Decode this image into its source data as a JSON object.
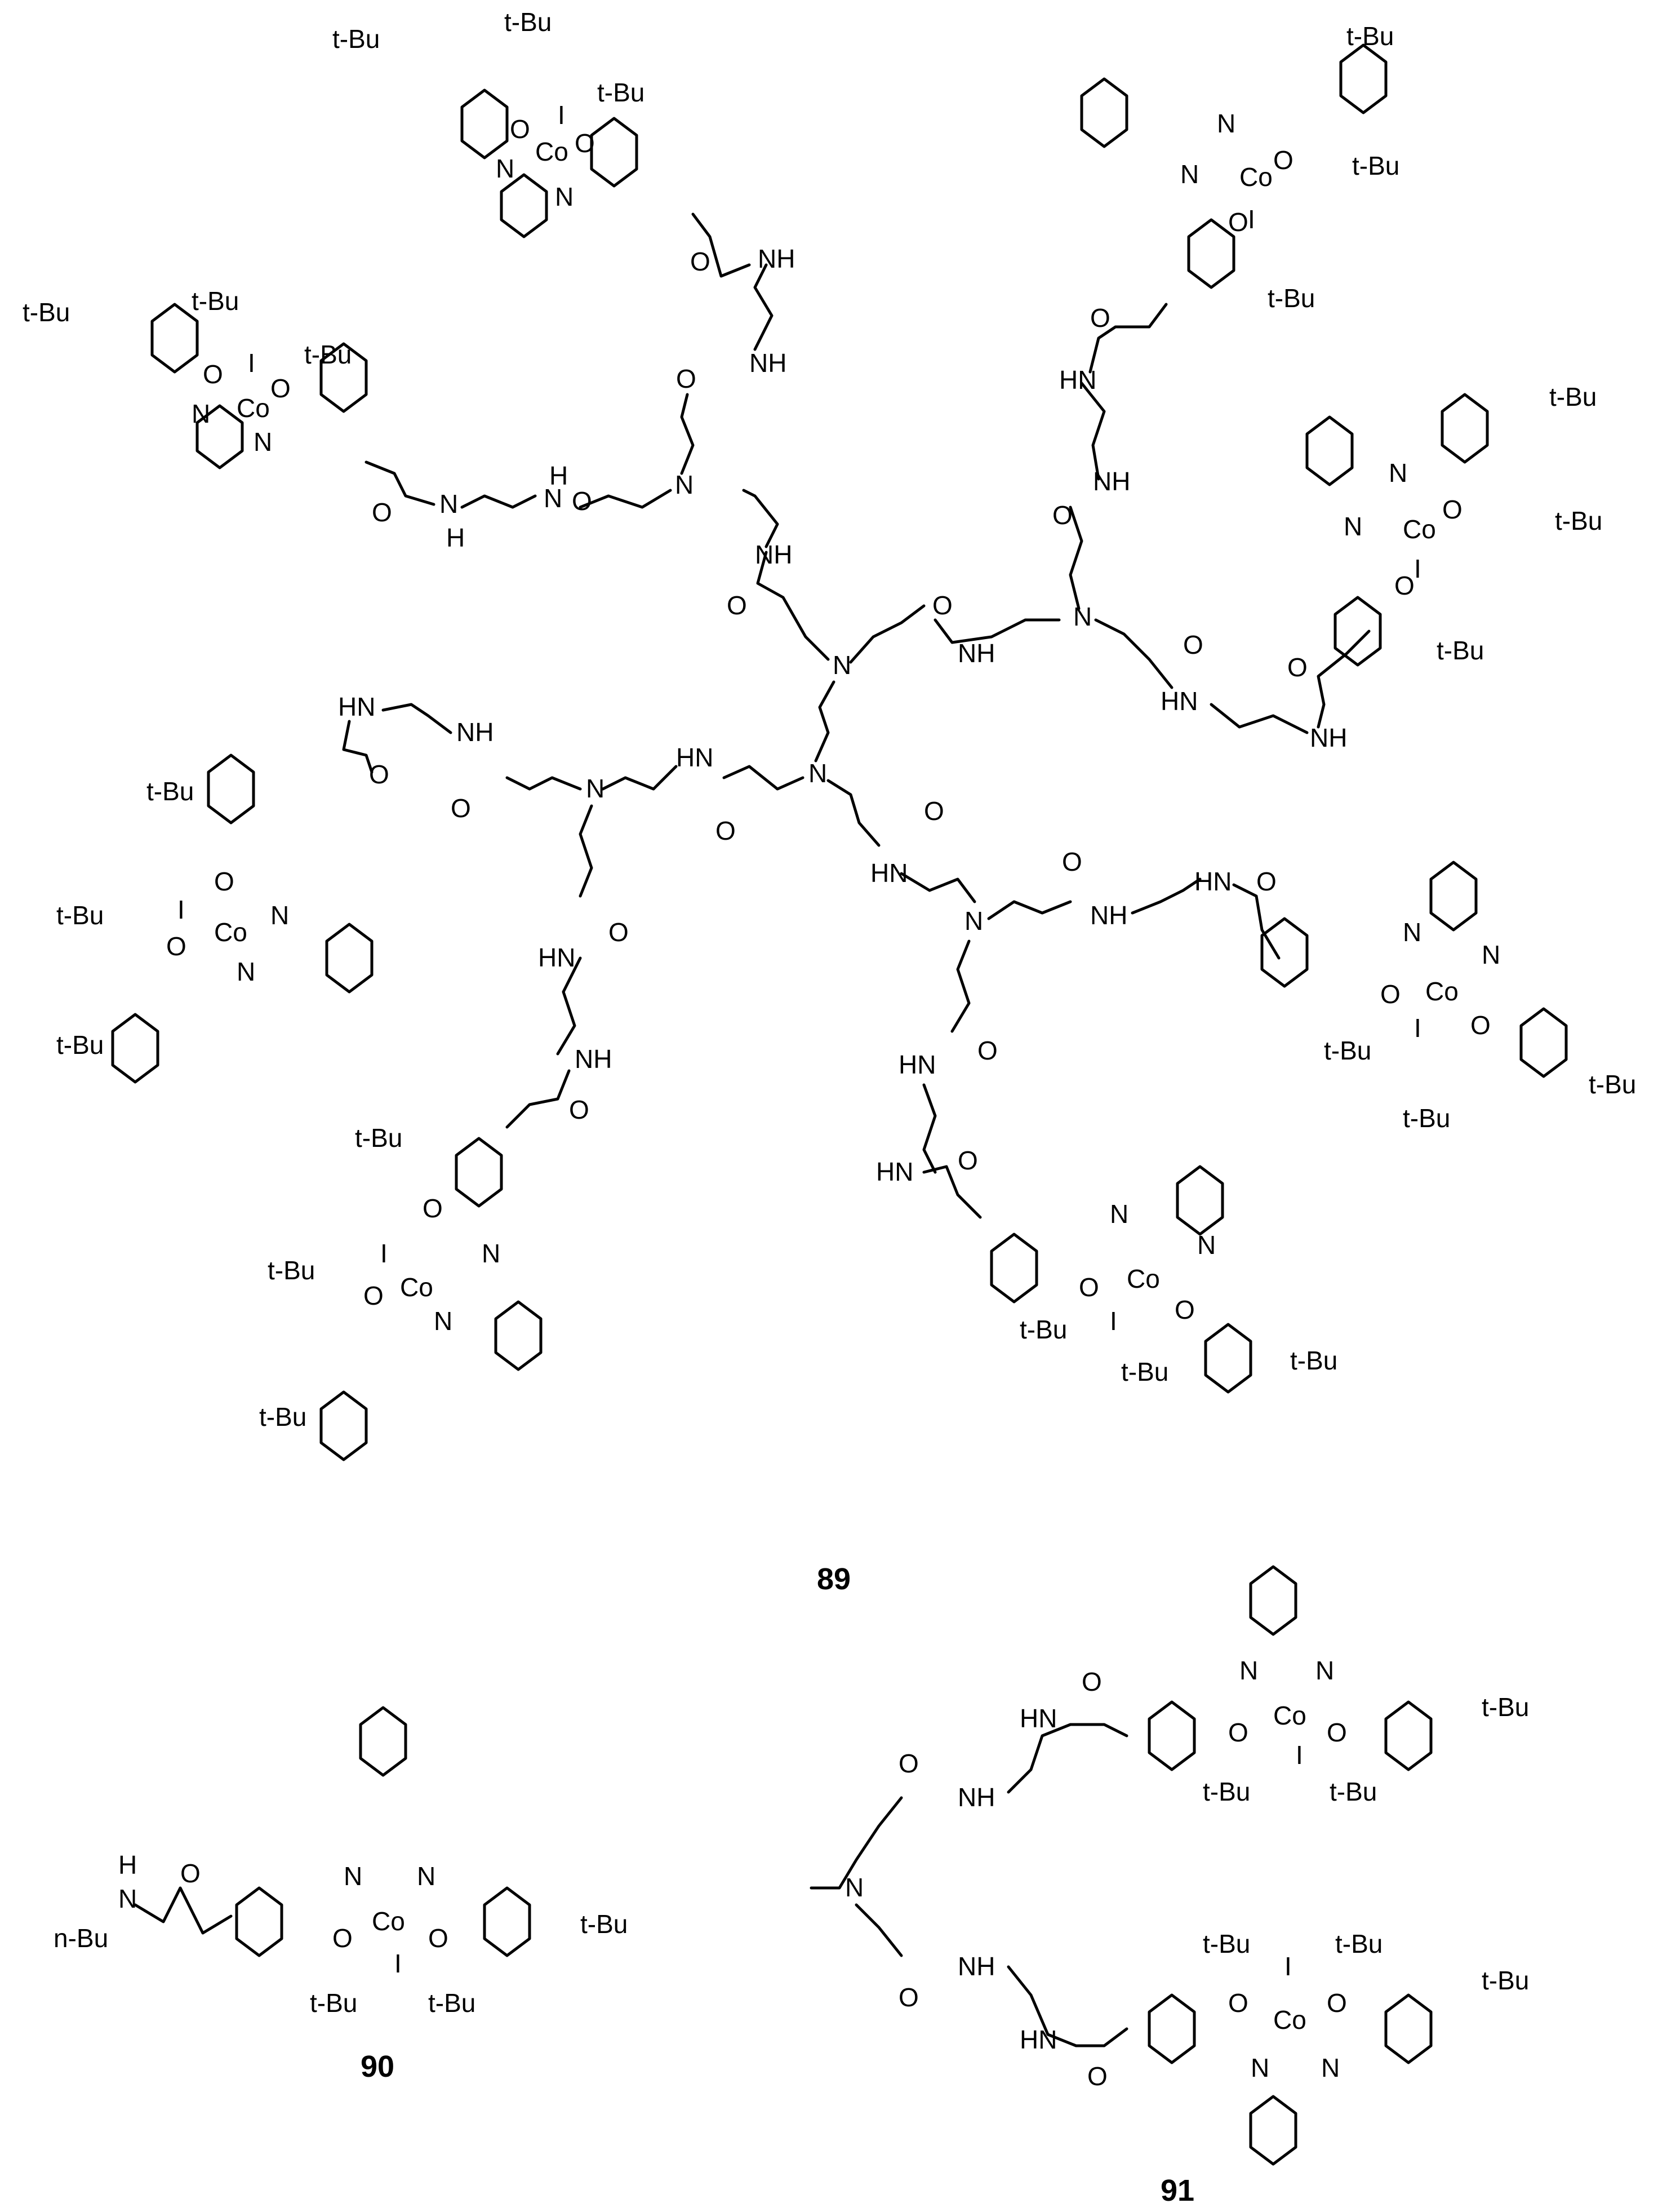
{
  "figure": {
    "compounds": [
      {
        "id": "89",
        "label": "89"
      },
      {
        "id": "90",
        "label": "90"
      },
      {
        "id": "91",
        "label": "91"
      }
    ],
    "atoms": {
      "cobalt": "Co",
      "iodide": "I",
      "oxygen": "O",
      "nitrogen": "N",
      "amide_nh": "NH",
      "amide_hn": "HN",
      "hydrogen": "H"
    },
    "substituents": {
      "tert_butyl": "t-Bu",
      "n_butyl": "n-Bu"
    }
  }
}
